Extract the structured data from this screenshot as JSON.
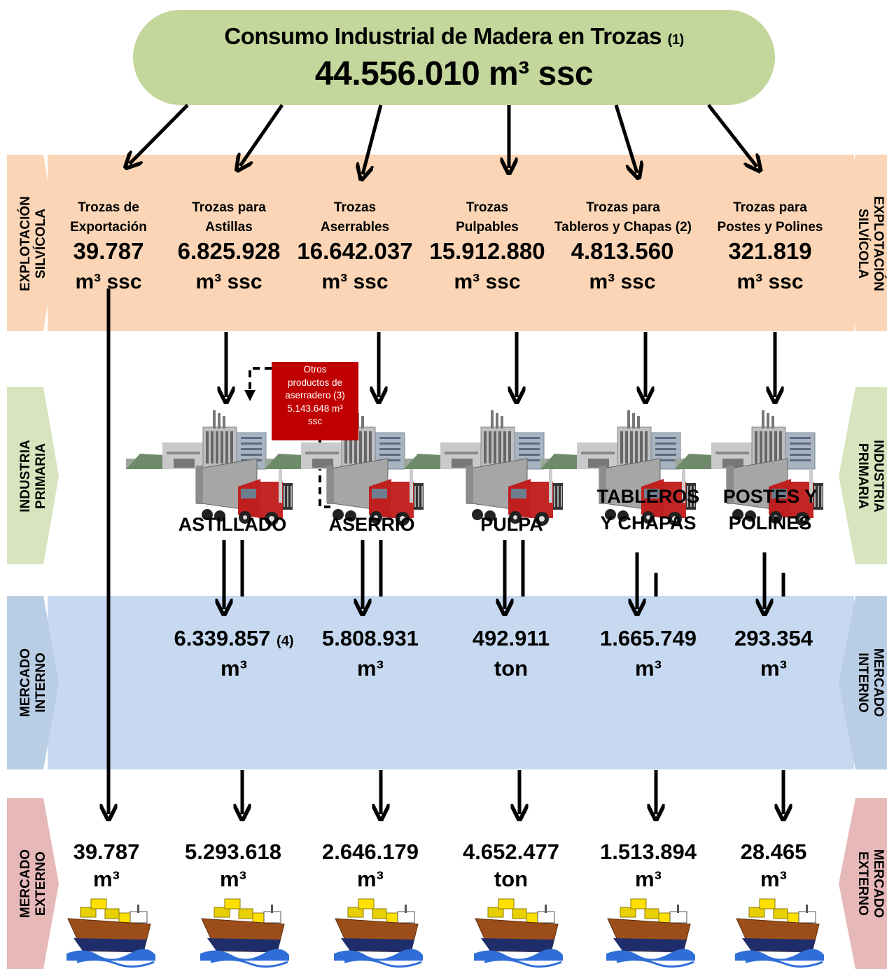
{
  "title": {
    "main": "Consumo Industrial de Madera en Trozas",
    "footnote": "(1)",
    "total": "44.556.010 m³ ssc"
  },
  "rows": {
    "explotacion": [
      "EXPLOTACIÓN",
      "SILVÍCOLA"
    ],
    "industria": [
      "INDUSTRIA",
      "PRIMARIA"
    ],
    "interno": [
      "MERCADO",
      "INTERNO"
    ],
    "externo": [
      "MERCADO",
      "EXTERNO"
    ]
  },
  "colors": {
    "title": "#c3d69b",
    "explotacion": "#fbd5b5",
    "industria": "#d7e4bd",
    "interno": "#c6d9f1",
    "interno_side": "#b9cde5",
    "externo": "#e6b9b8",
    "otros_box": "#c00000"
  },
  "categories": [
    {
      "line1": "Trozas de",
      "line2": "Exportación",
      "value": "39.787",
      "unit": "m³ ssc"
    },
    {
      "line1": "Trozas para",
      "line2": "Astillas",
      "value": "6.825.928",
      "unit": "m³ ssc"
    },
    {
      "line1": "Trozas",
      "line2": "Aserrables",
      "value": "16.642.037",
      "unit": "m³ ssc"
    },
    {
      "line1": "Trozas",
      "line2": "Pulpables",
      "value": "15.912.880",
      "unit": "m³ ssc"
    },
    {
      "line1": "Trozas para",
      "line2": "Tableros y Chapas (2)",
      "value": "4.813.560",
      "unit": "m³ ssc"
    },
    {
      "line1": "Trozas para",
      "line2": "Postes y Polines",
      "value": "321.819",
      "unit": "m³ ssc"
    }
  ],
  "otros": {
    "lines": [
      "Otros",
      "productos de",
      "aserradero (3)",
      "5.143.648 m³",
      "ssc"
    ]
  },
  "processes": [
    {
      "line1": "",
      "line2": "ASTILLADO"
    },
    {
      "line1": "",
      "line2": "ASERRÍO"
    },
    {
      "line1": "",
      "line2": "PULPA"
    },
    {
      "line1": "TABLEROS",
      "line2": "Y CHAPAS"
    },
    {
      "line1": "POSTES Y",
      "line2": "POLINES"
    }
  ],
  "internal": [
    {
      "value": "6.339.857",
      "note": "(4)",
      "unit": "m³"
    },
    {
      "value": "5.808.931",
      "note": "",
      "unit": "m³"
    },
    {
      "value": "492.911",
      "note": "",
      "unit": "ton"
    },
    {
      "value": "1.665.749",
      "note": "",
      "unit": "m³"
    },
    {
      "value": "293.354",
      "note": "",
      "unit": "m³"
    }
  ],
  "external": [
    {
      "value": "39.787",
      "unit": "m³"
    },
    {
      "value": "5.293.618",
      "unit": "m³"
    },
    {
      "value": "2.646.179",
      "unit": "m³"
    },
    {
      "value": "4.652.477",
      "unit": "ton"
    },
    {
      "value": "1.513.894",
      "unit": "m³"
    },
    {
      "value": "28.465",
      "unit": "m³"
    }
  ],
  "icons": {
    "factory": "factory-icon",
    "truck": "truck-icon",
    "ship": "cargo-ship-icon"
  }
}
